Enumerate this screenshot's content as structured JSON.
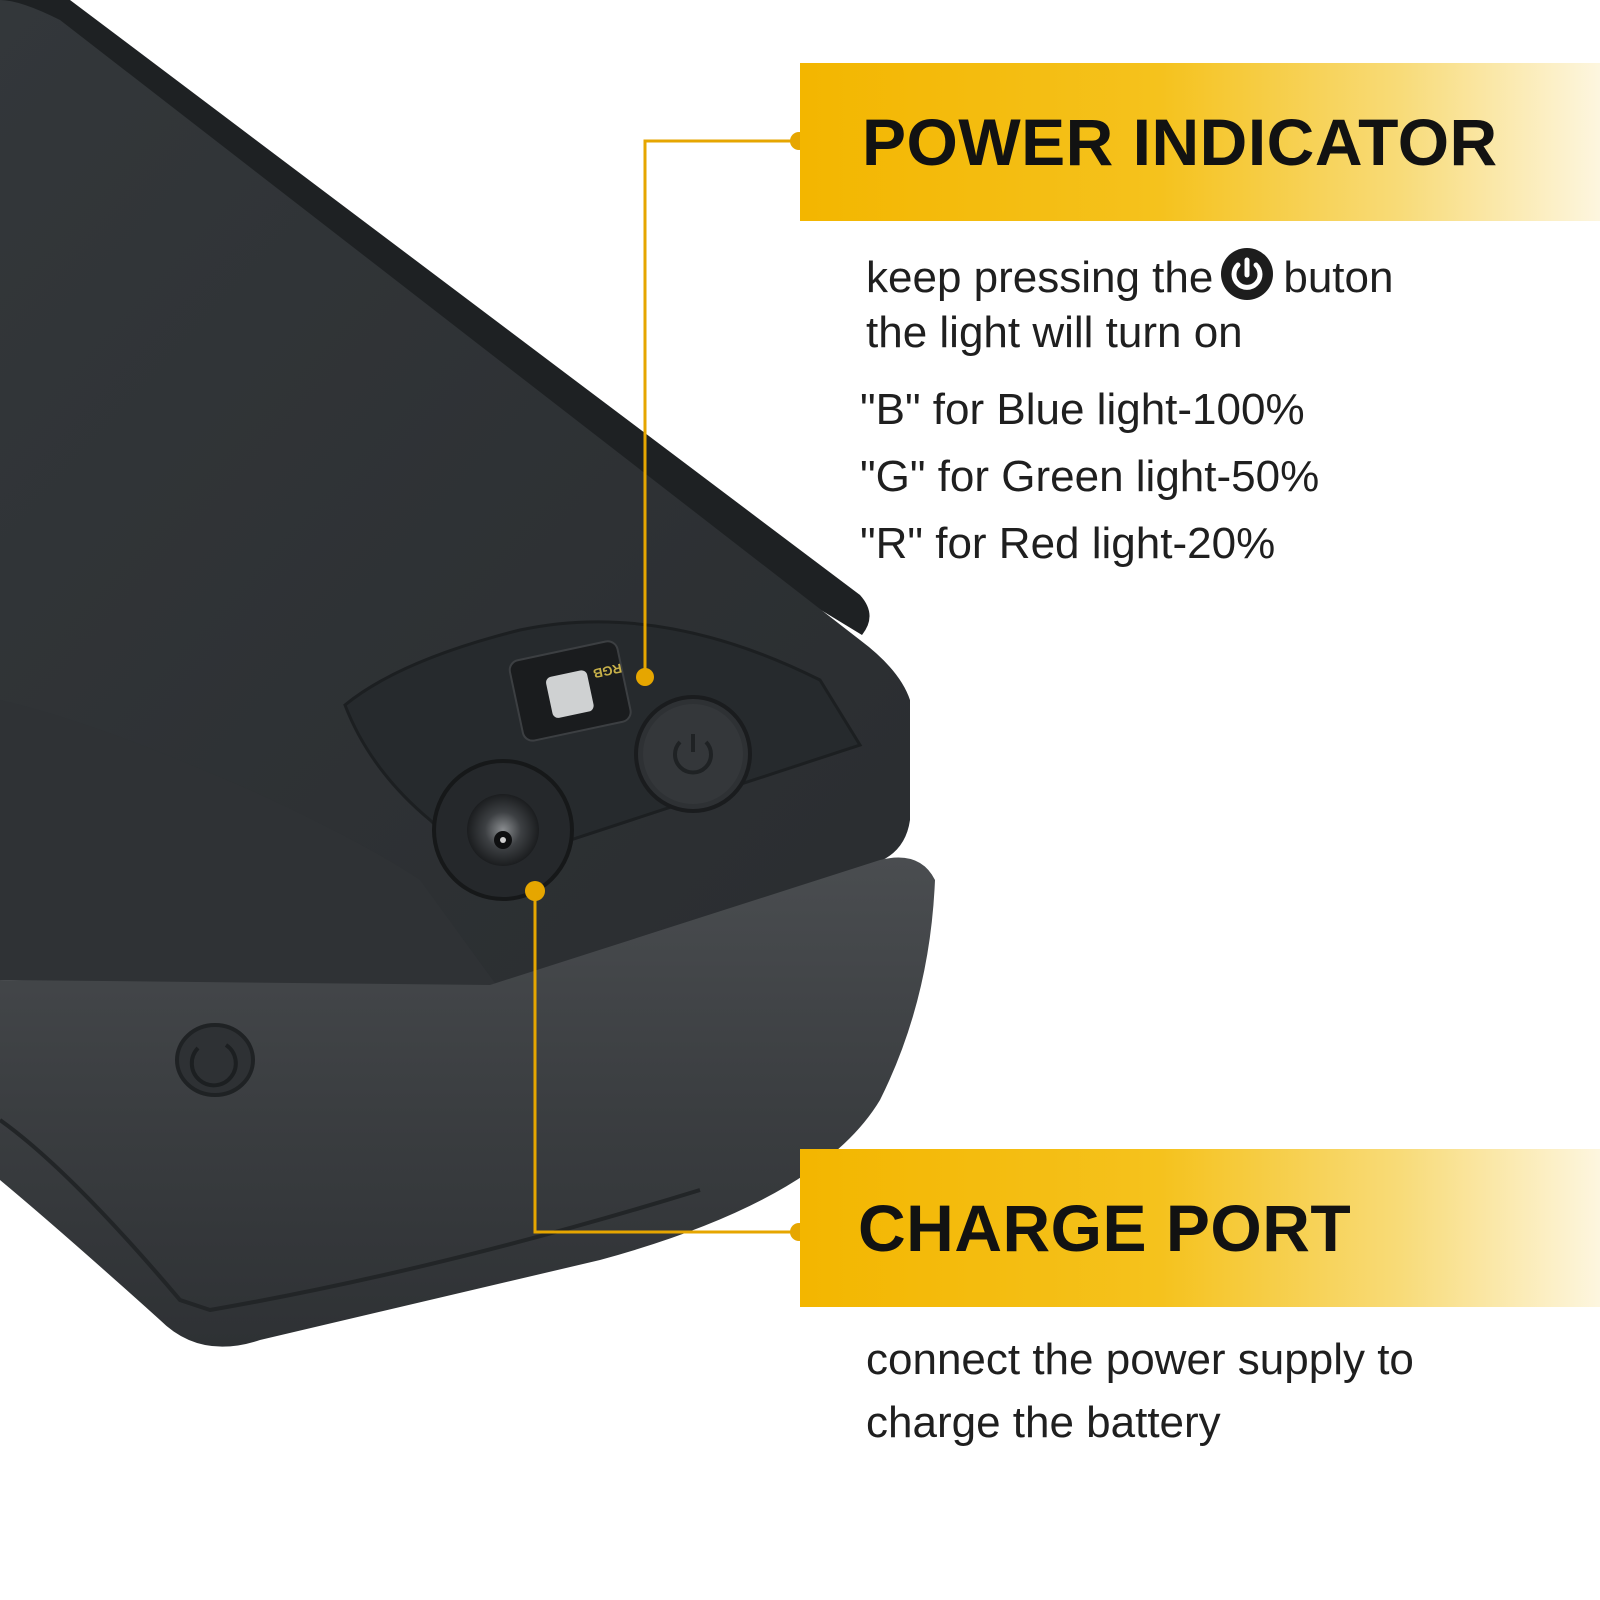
{
  "power_indicator": {
    "title": "POWER INDICATOR",
    "line1_before_icon": "keep pressing the",
    "button_icon": "power-icon",
    "line1_after_icon": "buton",
    "line2": "the light will turn on",
    "levels": [
      "\"B\" for Blue light-100%",
      "\"G\" for Green light-50%",
      "\"R\" for Red light-20%"
    ]
  },
  "charge_port": {
    "title": "CHARGE PORT",
    "line1": "connect the power supply to",
    "line2": "charge the battery"
  },
  "device": {
    "led_label": "RGB"
  },
  "colors": {
    "accent": "#f3b600",
    "callout_line": "#e6a600",
    "battery_body": "#2a2d2f",
    "text": "#1c1c1c"
  }
}
